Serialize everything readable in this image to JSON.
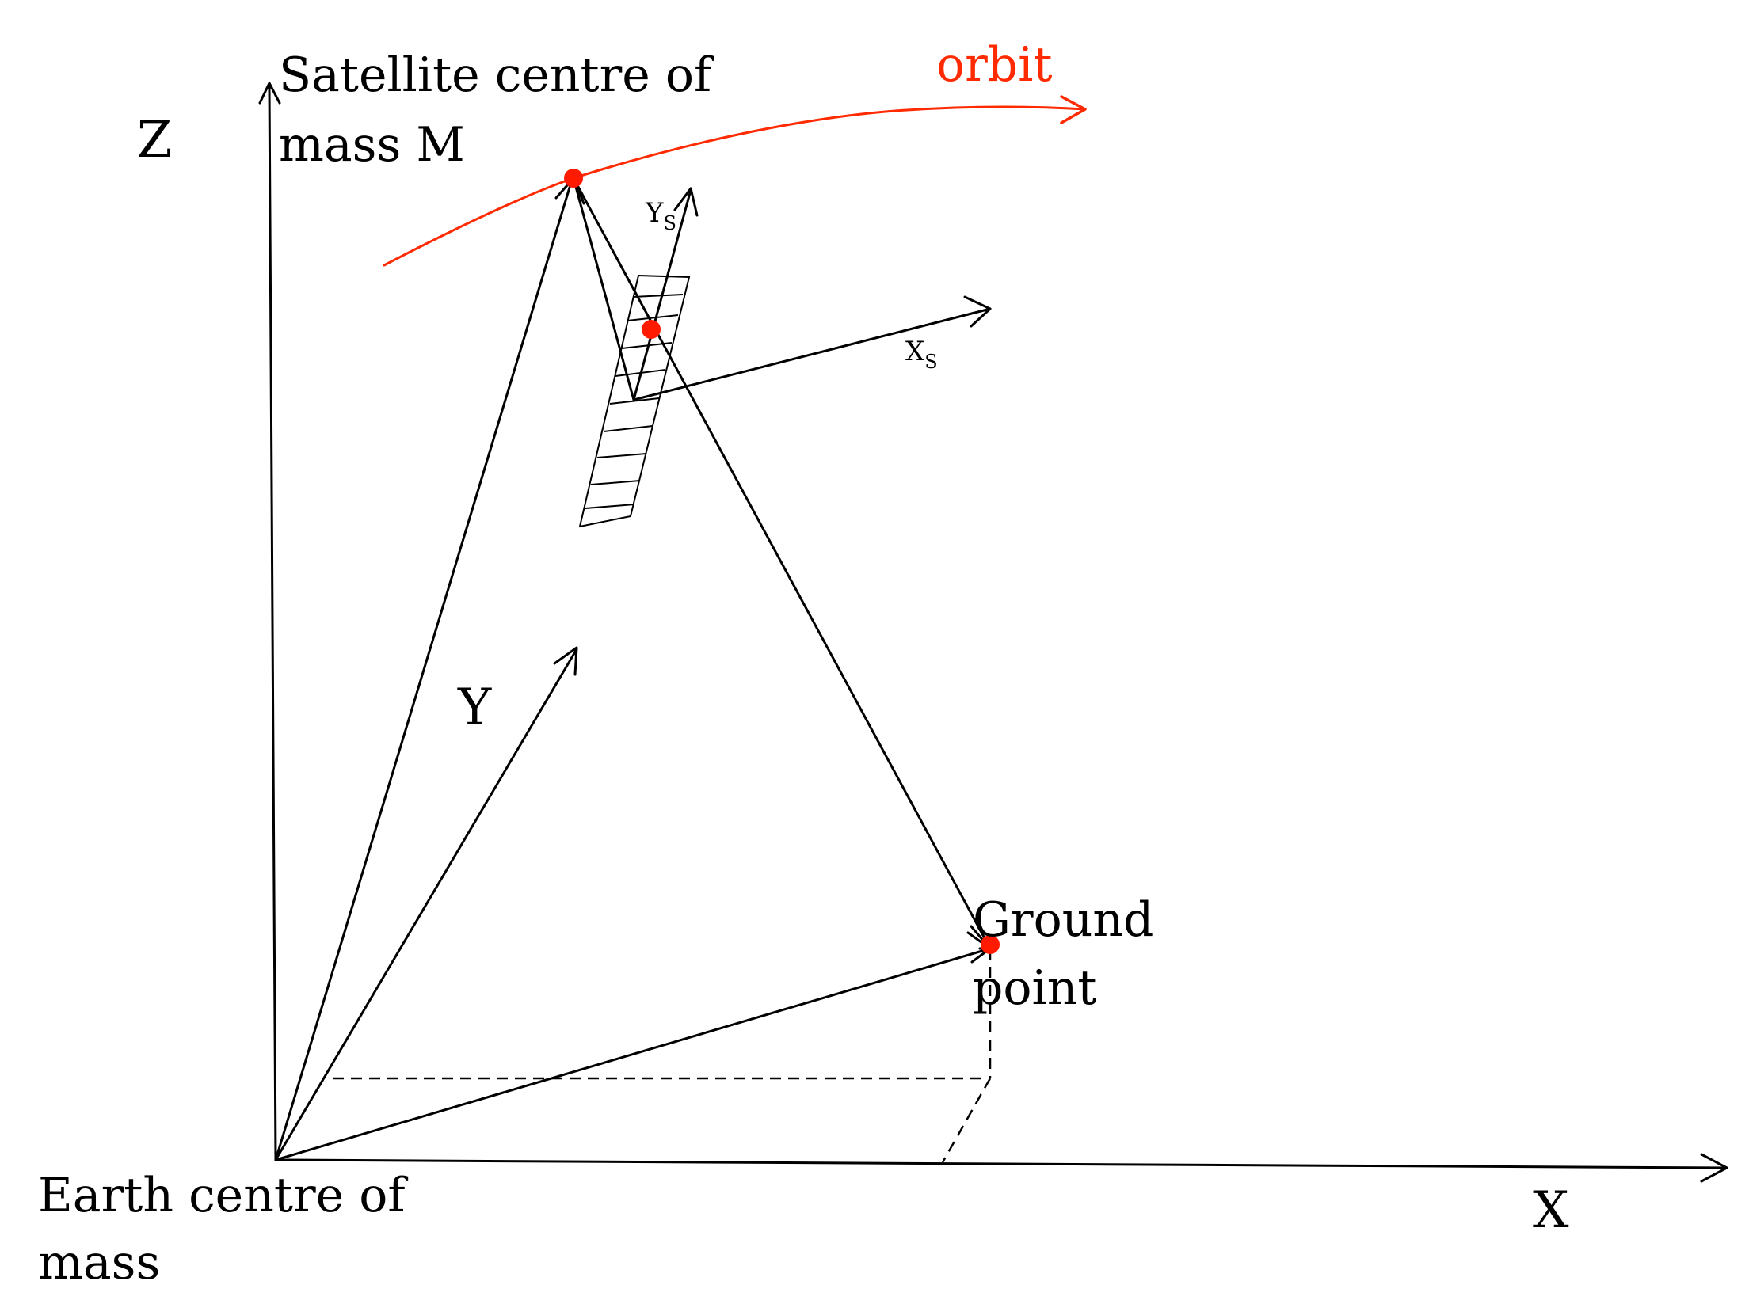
{
  "labels": {
    "z_axis": "Z",
    "x_axis": "X",
    "y_axis": "Y",
    "satellite_line1": "Satellite centre of",
    "satellite_line2": "mass M",
    "orbit": "orbit",
    "ys_main": "Y",
    "ys_sub": "S",
    "xs_main": "X",
    "xs_sub": "S",
    "ground_line1": "Ground",
    "ground_line2": "point",
    "earth_line1": "Earth centre of",
    "earth_line2": "mass"
  },
  "colors": {
    "orbit": "#ff2a00",
    "points": "#ff1a00",
    "lines": "#000000"
  }
}
